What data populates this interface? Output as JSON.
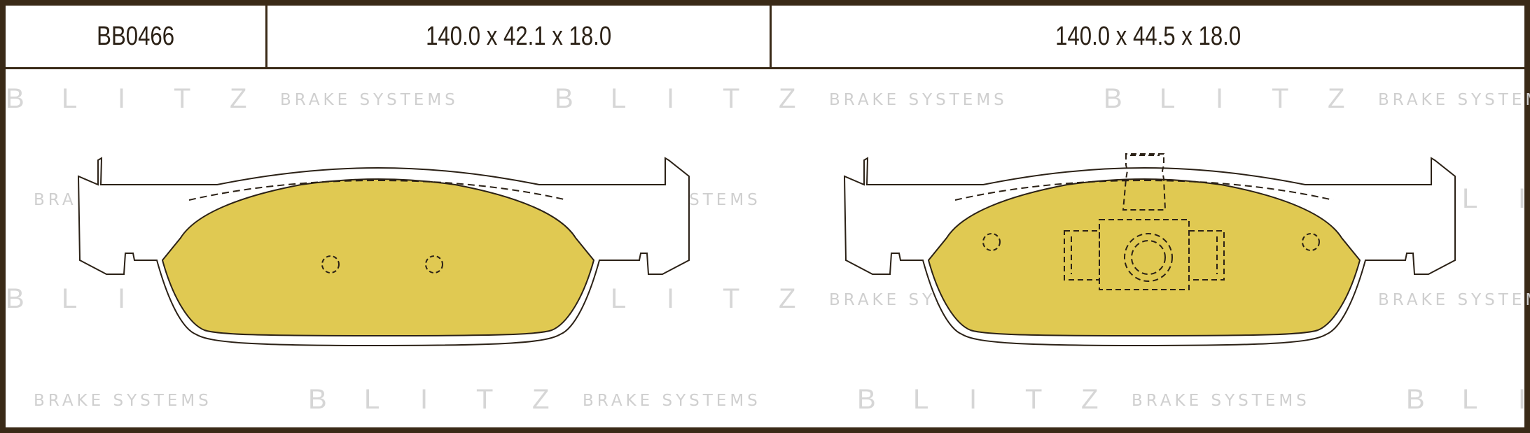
{
  "header": {
    "part_number": "BB0466",
    "dim_left": "140.0 x 42.1 x 18.0",
    "dim_right": "140.0 x 44.5 x 18.0"
  },
  "watermark": {
    "logo_letters": [
      "B",
      "L",
      "I",
      "T",
      "Z"
    ],
    "tagline": "BRAKE SYSTEMS"
  },
  "colors": {
    "pad_fill": "#e0c952",
    "outline": "#2b2116",
    "frame": "#3a2a17",
    "watermark": "#d6d6d6"
  }
}
